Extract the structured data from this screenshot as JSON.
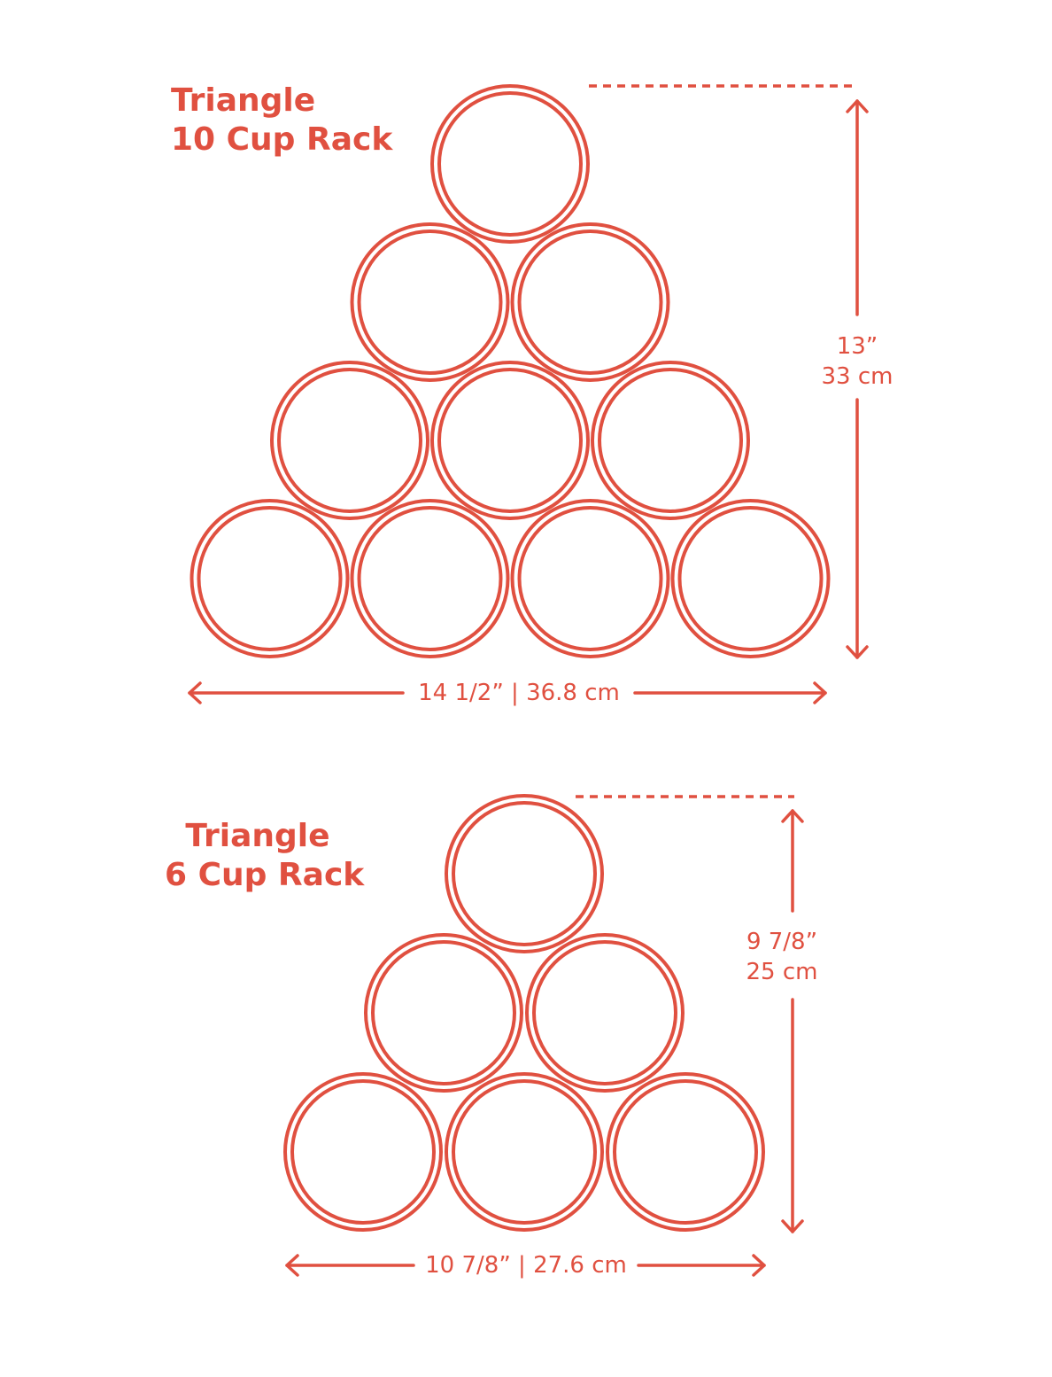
{
  "accent_color": "#e05040",
  "racks": [
    {
      "id": "rack-10",
      "title_line1": "Triangle",
      "title_line2": "10 Cup Rack",
      "cup_count": 10,
      "rows": [
        1,
        2,
        3,
        4
      ],
      "height_imperial": "13”",
      "height_metric": "33 cm",
      "width_label": "14 1/2” | 36.8 cm"
    },
    {
      "id": "rack-6",
      "title_line1": "Triangle",
      "title_line2": "6 Cup Rack",
      "cup_count": 6,
      "rows": [
        1,
        2,
        3
      ],
      "height_imperial": "9 7/8”",
      "height_metric": "25 cm",
      "width_label": "10 7/8” | 27.6 cm"
    }
  ]
}
